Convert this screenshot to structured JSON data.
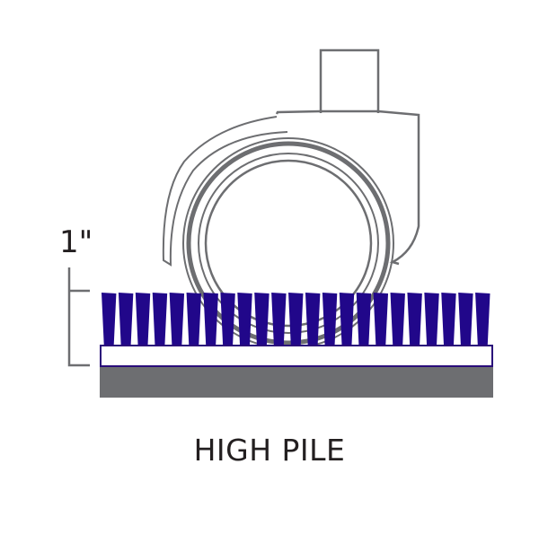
{
  "diagram": {
    "title": "HIGH PILE",
    "measurement_label": "1\"",
    "bristle_count": 23,
    "colors": {
      "bristle": "#21078a",
      "backing_outline": "#2a0d7a",
      "base": "#6d6e71",
      "wheel_stroke": "#6d6e71",
      "text": "#231f20"
    },
    "components": [
      "caster-wheel",
      "pile-bristles",
      "mat-backing",
      "mat-base",
      "height-bracket"
    ]
  }
}
